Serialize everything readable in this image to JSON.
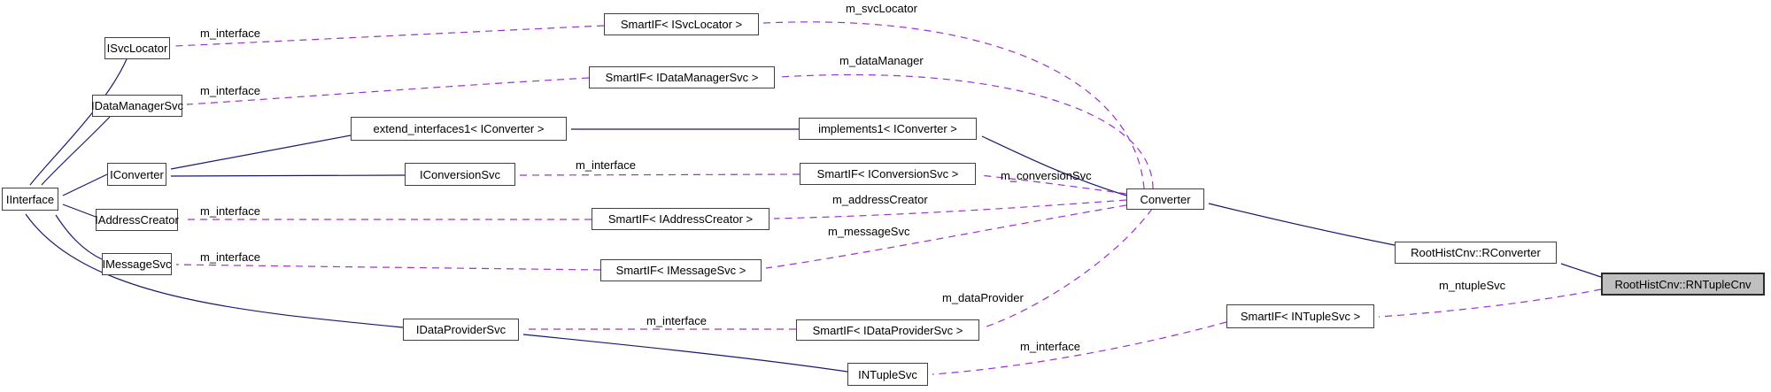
{
  "diagram_type": "class-collaboration-graph",
  "colors": {
    "inheritance_edge": "#191970",
    "usage_edge": "#9a32cd",
    "node_border": "#404040",
    "node_background": "#ffffff",
    "highlighted_node_background": "#bfbfbf",
    "text": "#000000"
  },
  "nodes": {
    "iinterface": {
      "label": "IInterface"
    },
    "isvclocator": {
      "label": "ISvcLocator"
    },
    "idatamanagersvc": {
      "label": "IDataManagerSvc"
    },
    "extend_interfaces1": {
      "label": "extend_interfaces1< IConverter >"
    },
    "iconverter": {
      "label": "IConverter"
    },
    "iconversionsvc": {
      "label": "IConversionSvc"
    },
    "iaddresscreator": {
      "label": "IAddressCreator"
    },
    "imessagesvc": {
      "label": "IMessageSvc"
    },
    "idataprovidersvc": {
      "label": "IDataProviderSvc"
    },
    "intuplesvc": {
      "label": "INTupleSvc"
    },
    "smartif_isvclocator": {
      "label": "SmartIF< ISvcLocator >"
    },
    "smartif_idatamanagersvc": {
      "label": "SmartIF< IDataManagerSvc >"
    },
    "implements1": {
      "label": "implements1< IConverter >"
    },
    "smartif_iconversionsvc": {
      "label": "SmartIF< IConversionSvc >"
    },
    "smartif_iaddresscreator": {
      "label": "SmartIF< IAddressCreator >"
    },
    "smartif_imessagesvc": {
      "label": "SmartIF< IMessageSvc >"
    },
    "smartif_idataprovidersvc": {
      "label": "SmartIF< IDataProviderSvc >"
    },
    "smartif_intuplesvc": {
      "label": "SmartIF< INTupleSvc >"
    },
    "converter": {
      "label": "Converter"
    },
    "roothistcnv_rconverter": {
      "label": "RootHistCnv::RConverter"
    },
    "roothistcnv_rntuplecnv": {
      "label": "RootHistCnv::RNTupleCnv"
    }
  },
  "labels": {
    "m_interface": "m_interface",
    "m_svcLocator": "m_svcLocator",
    "m_dataManager": "m_dataManager",
    "m_conversionSvc": "m_conversionSvc",
    "m_addressCreator": "m_addressCreator",
    "m_messageSvc": "m_messageSvc",
    "m_dataProvider": "m_dataProvider",
    "m_ntupleSvc": "m_ntupleSvc"
  }
}
